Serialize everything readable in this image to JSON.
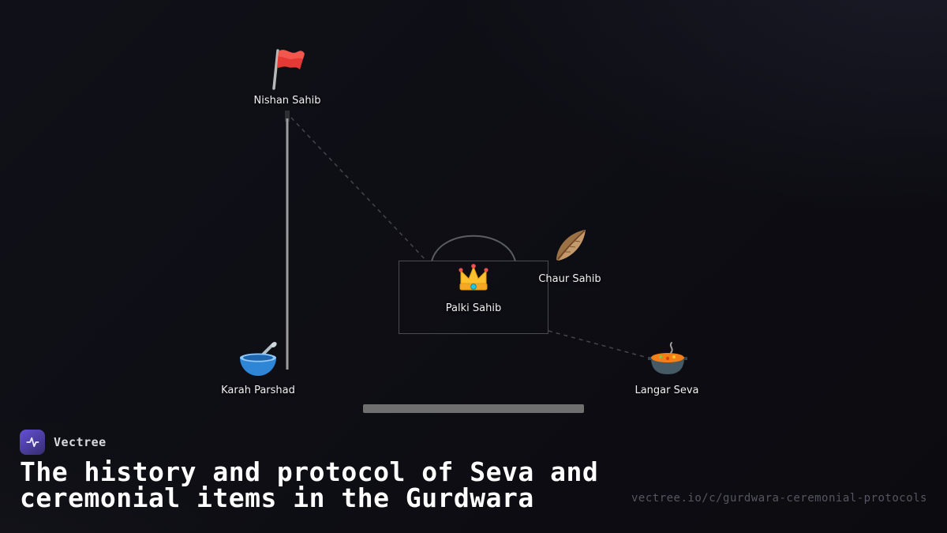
{
  "brand": {
    "name": "Vectree",
    "logo_icon": "pulse-wave-icon"
  },
  "title": {
    "line1": "The history and protocol of Seva and",
    "line2": "ceremonial items in the Gurdwara"
  },
  "footer": {
    "url": "vectree.io/c/gurdwara-ceremonial-protocols"
  },
  "diagram": {
    "nodes": {
      "nishan": {
        "label": "Nishan Sahib",
        "icon": "red-flag-icon"
      },
      "palki": {
        "label": "Palki Sahib",
        "icon": "crown-icon"
      },
      "chaur": {
        "label": "Chaur Sahib",
        "icon": "feather-icon"
      },
      "karah": {
        "label": "Karah Parshad",
        "icon": "bowl-with-spoon-icon"
      },
      "langar": {
        "label": "Langar Seva",
        "icon": "cooking-pot-icon"
      }
    }
  },
  "colors": {
    "background": "#0c0c11",
    "accent_purple": "#5b4bc4",
    "flag_red": "#e53935",
    "pole_gray": "#9c9c9c",
    "connector_gray": "#45454c",
    "platform_gray": "#6f6f6f"
  }
}
